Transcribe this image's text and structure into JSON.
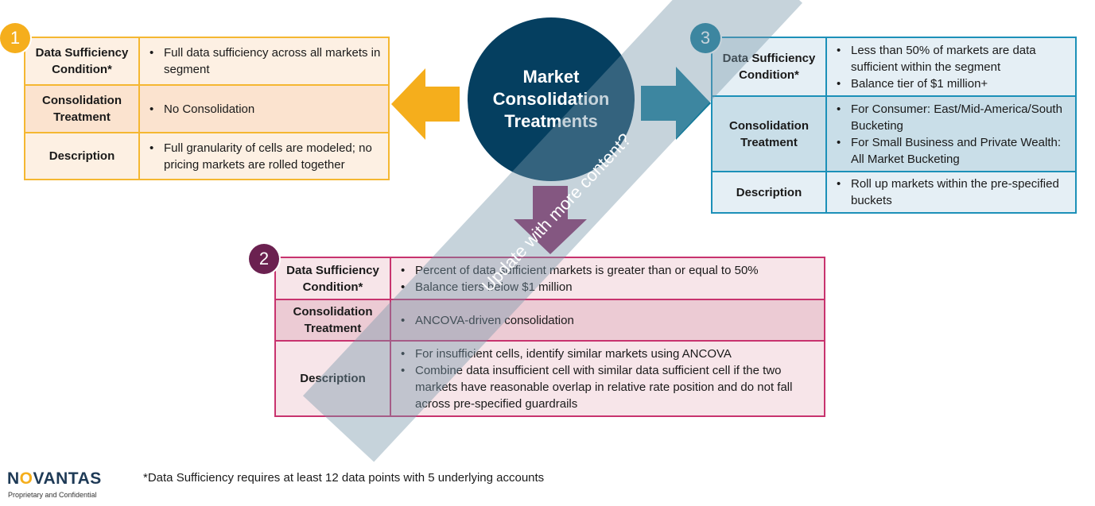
{
  "center": {
    "title": "Market Consolidation Treatments"
  },
  "overlay": {
    "text": "Update with more content?"
  },
  "badges": {
    "one": "1",
    "two": "2",
    "three": "3"
  },
  "table1": {
    "rows": [
      {
        "label": "Data Sufficiency Condition*",
        "bullets": [
          "Full data sufficiency across all markets in segment"
        ]
      },
      {
        "label": "Consolidation Treatment",
        "bullets": [
          "No Consolidation"
        ]
      },
      {
        "label": "Description",
        "bullets": [
          "Full granularity of cells are modeled; no pricing markets are rolled together"
        ]
      }
    ]
  },
  "table2": {
    "rows": [
      {
        "label": "Data Sufficiency Condition*",
        "bullets": [
          "Percent of data sufficient markets is greater than or equal to 50%",
          "Balance tiers below $1 million"
        ]
      },
      {
        "label": "Consolidation Treatment",
        "bullets": [
          "ANCOVA-driven consolidation"
        ]
      },
      {
        "label": "Description",
        "bullets": [
          "For insufficient cells, identify similar markets using ANCOVA",
          "Combine data insufficient cell with similar data sufficient cell if the two markets have reasonable overlap in relative rate position and do not fall across pre-specified guardrails"
        ]
      }
    ]
  },
  "table3": {
    "rows": [
      {
        "label": "Data Sufficiency Condition*",
        "bullets": [
          "Less than 50% of markets are data sufficient within the segment",
          "Balance tier of $1 million+"
        ]
      },
      {
        "label": "Consolidation Treatment",
        "bullets": [
          "For Consumer: East/Mid-America/South Bucketing",
          "For Small Business and Private Wealth: All Market Bucketing"
        ]
      },
      {
        "label": "Description",
        "bullets": [
          "Roll up markets within the pre-specified buckets"
        ]
      }
    ]
  },
  "footnote": "*Data Sufficiency requires at least 12 data points with 5 underlying accounts",
  "logo": {
    "pre": "N",
    "o": "O",
    "post": "VANTAS",
    "sub": "Proprietary and Confidential"
  },
  "colors": {
    "orange": "#f5ae1c",
    "blue": "#137a99",
    "magenta": "#8e2a65",
    "navy": "#053f60"
  }
}
